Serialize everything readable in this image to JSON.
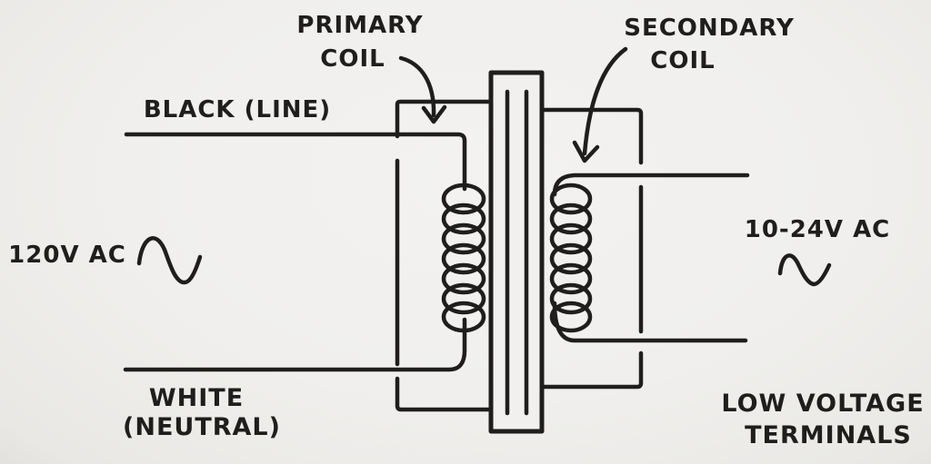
{
  "colors": {
    "background": "#f0efed",
    "ink": "#1f1e1c"
  },
  "icons": {
    "input_ac_waveform": "sine-wave-icon",
    "output_ac_waveform": "sine-wave-icon"
  },
  "diagram": {
    "type": "transformer-wiring-diagram",
    "labels": {
      "primary_coil": {
        "line1": "PRIMARY",
        "line2": "COIL"
      },
      "secondary_coil": {
        "line1": "SECONDARY",
        "line2": "COIL"
      },
      "black_line": "BLACK (LINE)",
      "white_neutral": {
        "line1": "WHITE",
        "line2": "(NEUTRAL)"
      },
      "input_voltage": "120V AC",
      "output_voltage": "10-24V AC",
      "low_voltage_terminals": {
        "line1": "LOW VOLTAGE",
        "line2": "TERMINALS"
      }
    },
    "primary_turns": 7,
    "secondary_turns": 7
  }
}
